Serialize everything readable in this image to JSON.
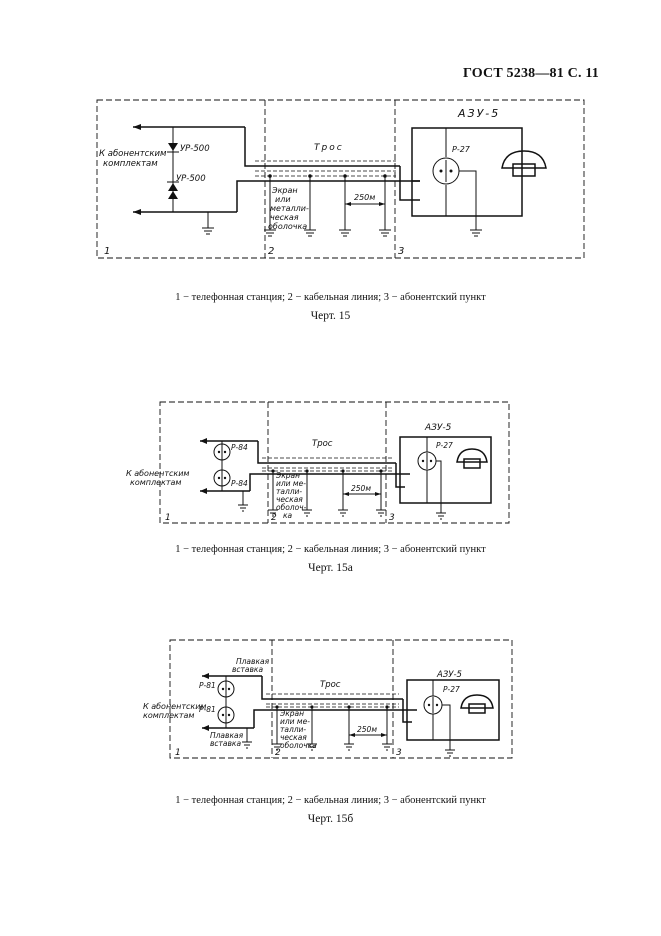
{
  "header": "ГОСТ 5238—81 С. 11",
  "figures": [
    {
      "labels": {
        "to_subscriber": [
          "К абонентским",
          "комплектам"
        ],
        "arrester_top": "УР-500",
        "arrester_bottom": "УР-500",
        "cable": "Трос",
        "screen": [
          "Экран",
          "или",
          "металли-",
          "ческая",
          "оболочка"
        ],
        "distance": "250м",
        "device": "АЗУ-5",
        "device_fuse": "Р-27",
        "zone1": "1",
        "zone2": "2",
        "zone3": "3"
      },
      "caption": "1 − телефонная станция; 2 − кабельная линия; 3 − абонентский пункт",
      "title": "Черт. 15"
    },
    {
      "labels": {
        "to_subscriber": [
          "К абонентским",
          "комплектам"
        ],
        "arrester_top": "Р-84",
        "arrester_bottom": "Р-84",
        "cable": "Трос",
        "screen": [
          "Экран",
          "или ме-",
          "талли-",
          "ческая",
          "оболоч-",
          "ка"
        ],
        "distance": "250м",
        "device": "АЗУ-5",
        "device_fuse": "Р-27",
        "zone1": "1",
        "zone2": "2",
        "zone3": "3"
      },
      "caption": "1 − телефонная станция; 2 − кабельная линия; 3 − абонентский пункт",
      "title": "Черт. 15а"
    },
    {
      "labels": {
        "to_subscriber": [
          "К абонентским",
          "комплектам"
        ],
        "arrester_top": "Р-81",
        "arrester_bottom": "Р-81",
        "fuse_top": [
          "Плавкая",
          "вставка"
        ],
        "fuse_bottom": [
          "Плавкая",
          "вставка"
        ],
        "cable": "Трос",
        "screen": [
          "Экран",
          "или ме-",
          "талли-",
          "ческая",
          "оболочка"
        ],
        "distance": "250м",
        "device": "АЗУ-5",
        "device_fuse": "Р-27",
        "zone1": "1",
        "zone2": "2",
        "zone3": "3"
      },
      "caption": "1 − телефонная станция; 2 − кабельная линия; 3 − абонентский пункт",
      "title": "Черт. 15б"
    }
  ]
}
